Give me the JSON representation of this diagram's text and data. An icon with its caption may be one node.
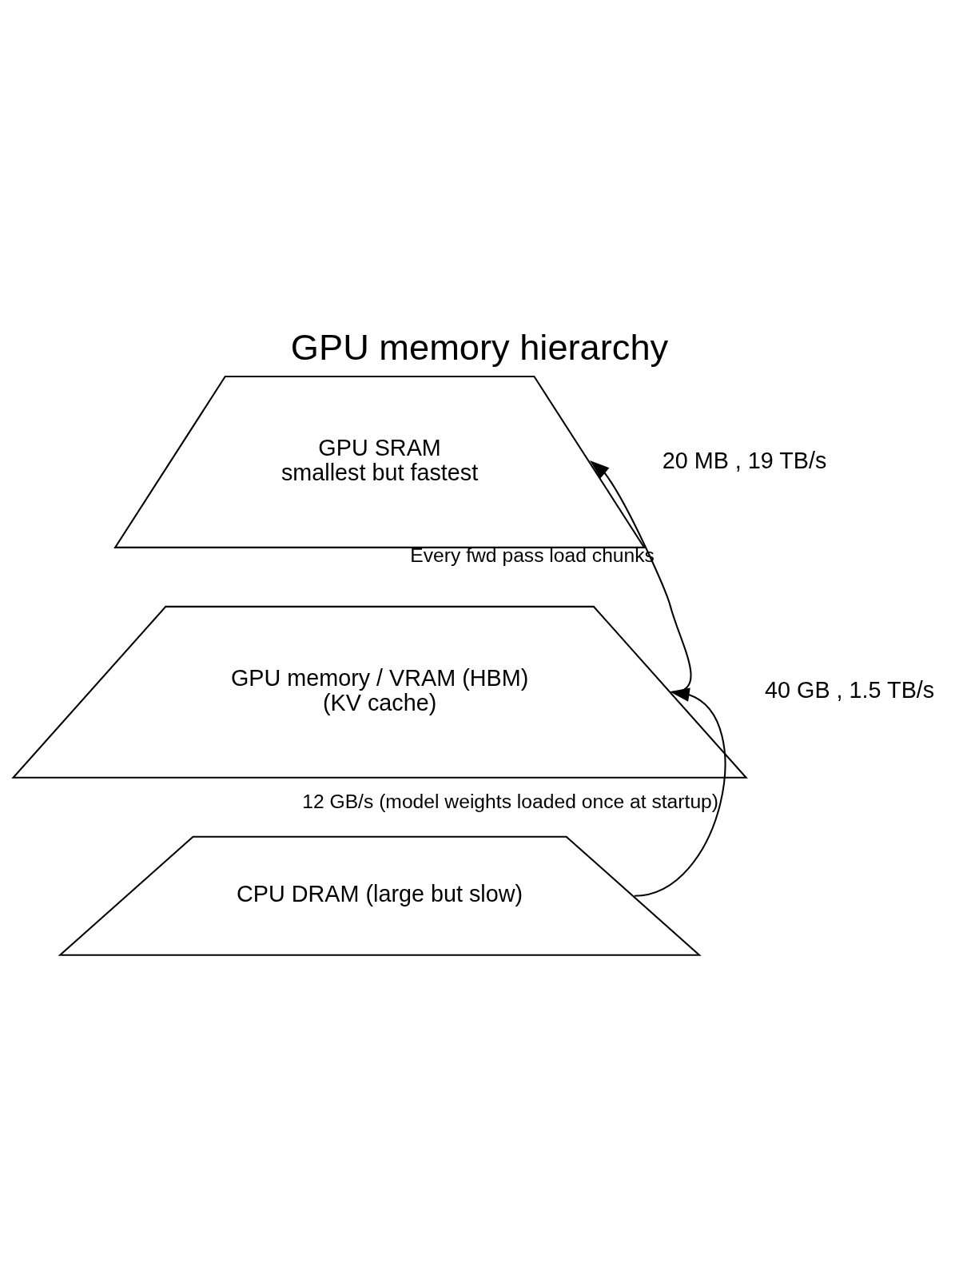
{
  "diagram": {
    "title": "GPU memory hierarchy",
    "nodes": [
      {
        "text": [
          "GPU SRAM",
          "smallest but fastest"
        ],
        "beside": [
          "20 MB , 19 TB/s"
        ]
      },
      {
        "text": [
          "GPU memory / VRAM (HBM)",
          "(KV cache)"
        ],
        "beside": [
          "40 GB , 1.5 TB/s"
        ]
      },
      {
        "text": [
          "CPU DRAM (large but slow)"
        ]
      }
    ],
    "edges": [
      {
        "from": 1,
        "to": 0,
        "arrow": "to",
        "label": "Every fwd pass load chunks"
      },
      {
        "from": 2,
        "to": 1,
        "arrow": "to",
        "label": "12 GB/s (model weights loaded once at startup)"
      }
    ]
  }
}
